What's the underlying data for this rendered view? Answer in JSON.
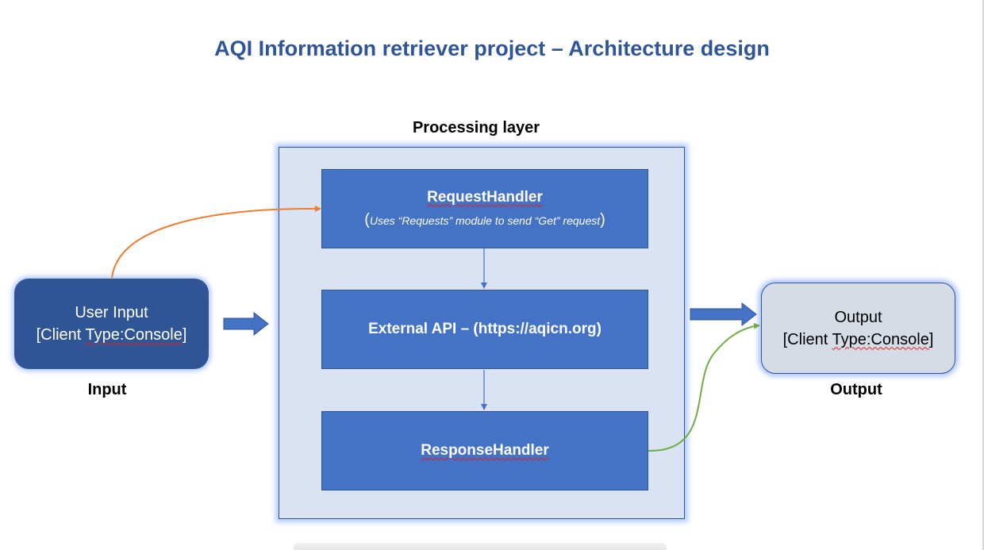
{
  "title": "AQI Information retriever project – Architecture design",
  "processing_layer": {
    "label": "Processing layer",
    "request_handler": {
      "name": "RequestHandler",
      "description": "Uses “Requests” module to send “Get” request",
      "open_paren": "(",
      "close_paren": ")"
    },
    "external_api": {
      "name": "External API – (https://aqicn.org)"
    },
    "response_handler": {
      "name": "ResponseHandler"
    }
  },
  "input": {
    "line1": "User Input",
    "line2_prefix": "[Client ",
    "line2_type": "Type:Console",
    "line2_suffix": "]",
    "caption": "Input"
  },
  "output": {
    "line1": "Output",
    "line2_prefix": "[Client ",
    "line2_type": "Type:Console",
    "line2_suffix": "]",
    "caption": "Output"
  },
  "colors": {
    "title": "#2f5597",
    "process_block": "#4472c4",
    "input_block": "#2f5597",
    "output_block": "#d6dce5",
    "processing_bg": "#dae3f3",
    "orange_connector": "#ed7d31",
    "green_connector": "#70ad47"
  }
}
